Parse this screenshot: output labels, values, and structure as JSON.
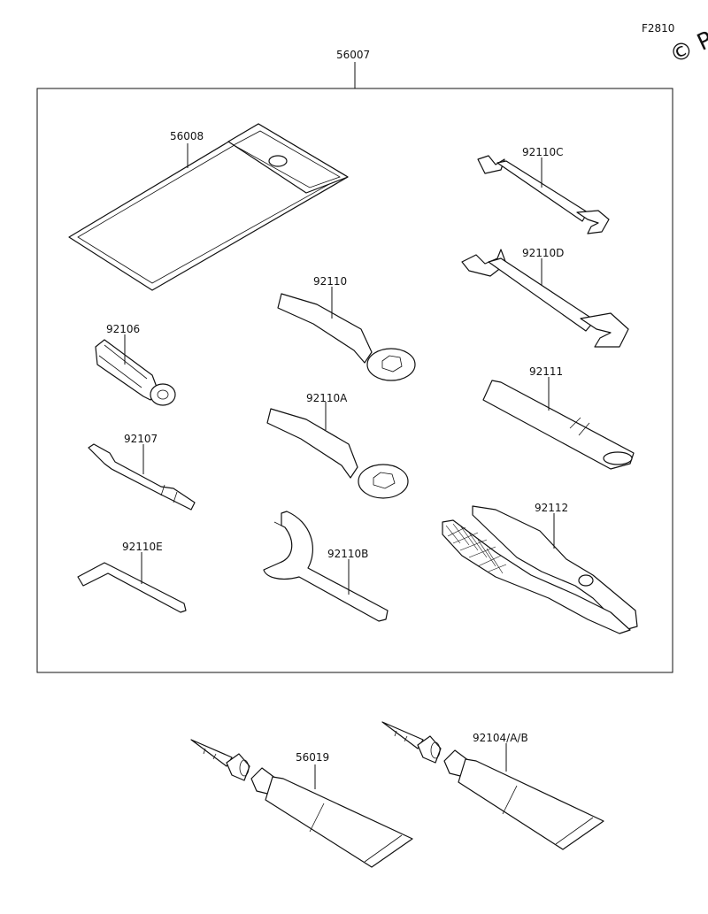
{
  "figure_code": "F2810",
  "watermark": "© P",
  "labels": {
    "tool_kit": "56007",
    "tool_bag": "56008",
    "wrench_c": "92110C",
    "wrench_d": "92110D",
    "box_wrench": "92110",
    "box_wrench_a": "92110A",
    "plug_socket": "92106",
    "screwdriver": "92107",
    "hex_wrench": "92110E",
    "extension_bar": "92111",
    "pliers": "92112",
    "hook_wrench": "92110B",
    "sealant_tube_1": "56019",
    "sealant_tube_2": "92104/A/B"
  }
}
